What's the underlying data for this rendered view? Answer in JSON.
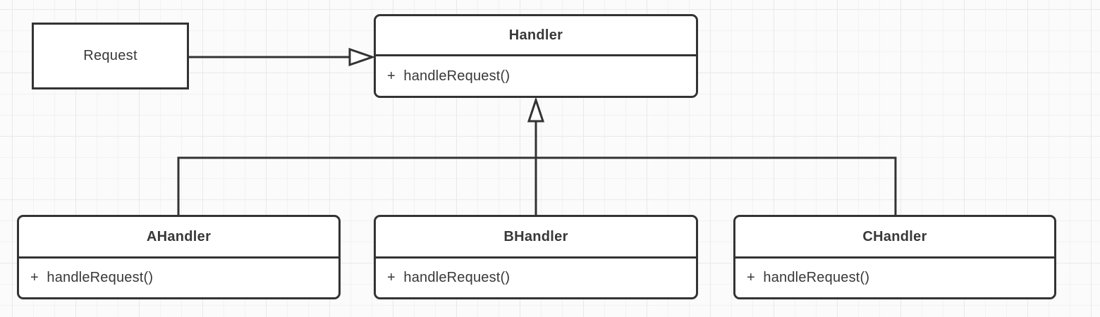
{
  "diagram": {
    "type": "uml-class-diagram",
    "request_node": {
      "label": "Request"
    },
    "classes": {
      "handler": {
        "title": "Handler",
        "method": "+  handleRequest()"
      },
      "a_handler": {
        "title": "AHandler",
        "method": "+  handleRequest()"
      },
      "b_handler": {
        "title": "BHandler",
        "method": "+  handleRequest()"
      },
      "c_handler": {
        "title": "CHandler",
        "method": "+  handleRequest()"
      }
    },
    "relationships": {
      "request_to_handler": "open-arrow",
      "subclasses_to_handler": "generalization"
    },
    "colors": {
      "stroke": "#333333",
      "text": "#383838",
      "node_fill": "#ffffff",
      "canvas_background": "#fbfbfb",
      "grid_minor": "#f2f2f2",
      "grid_major": "#e9e9e9"
    }
  }
}
